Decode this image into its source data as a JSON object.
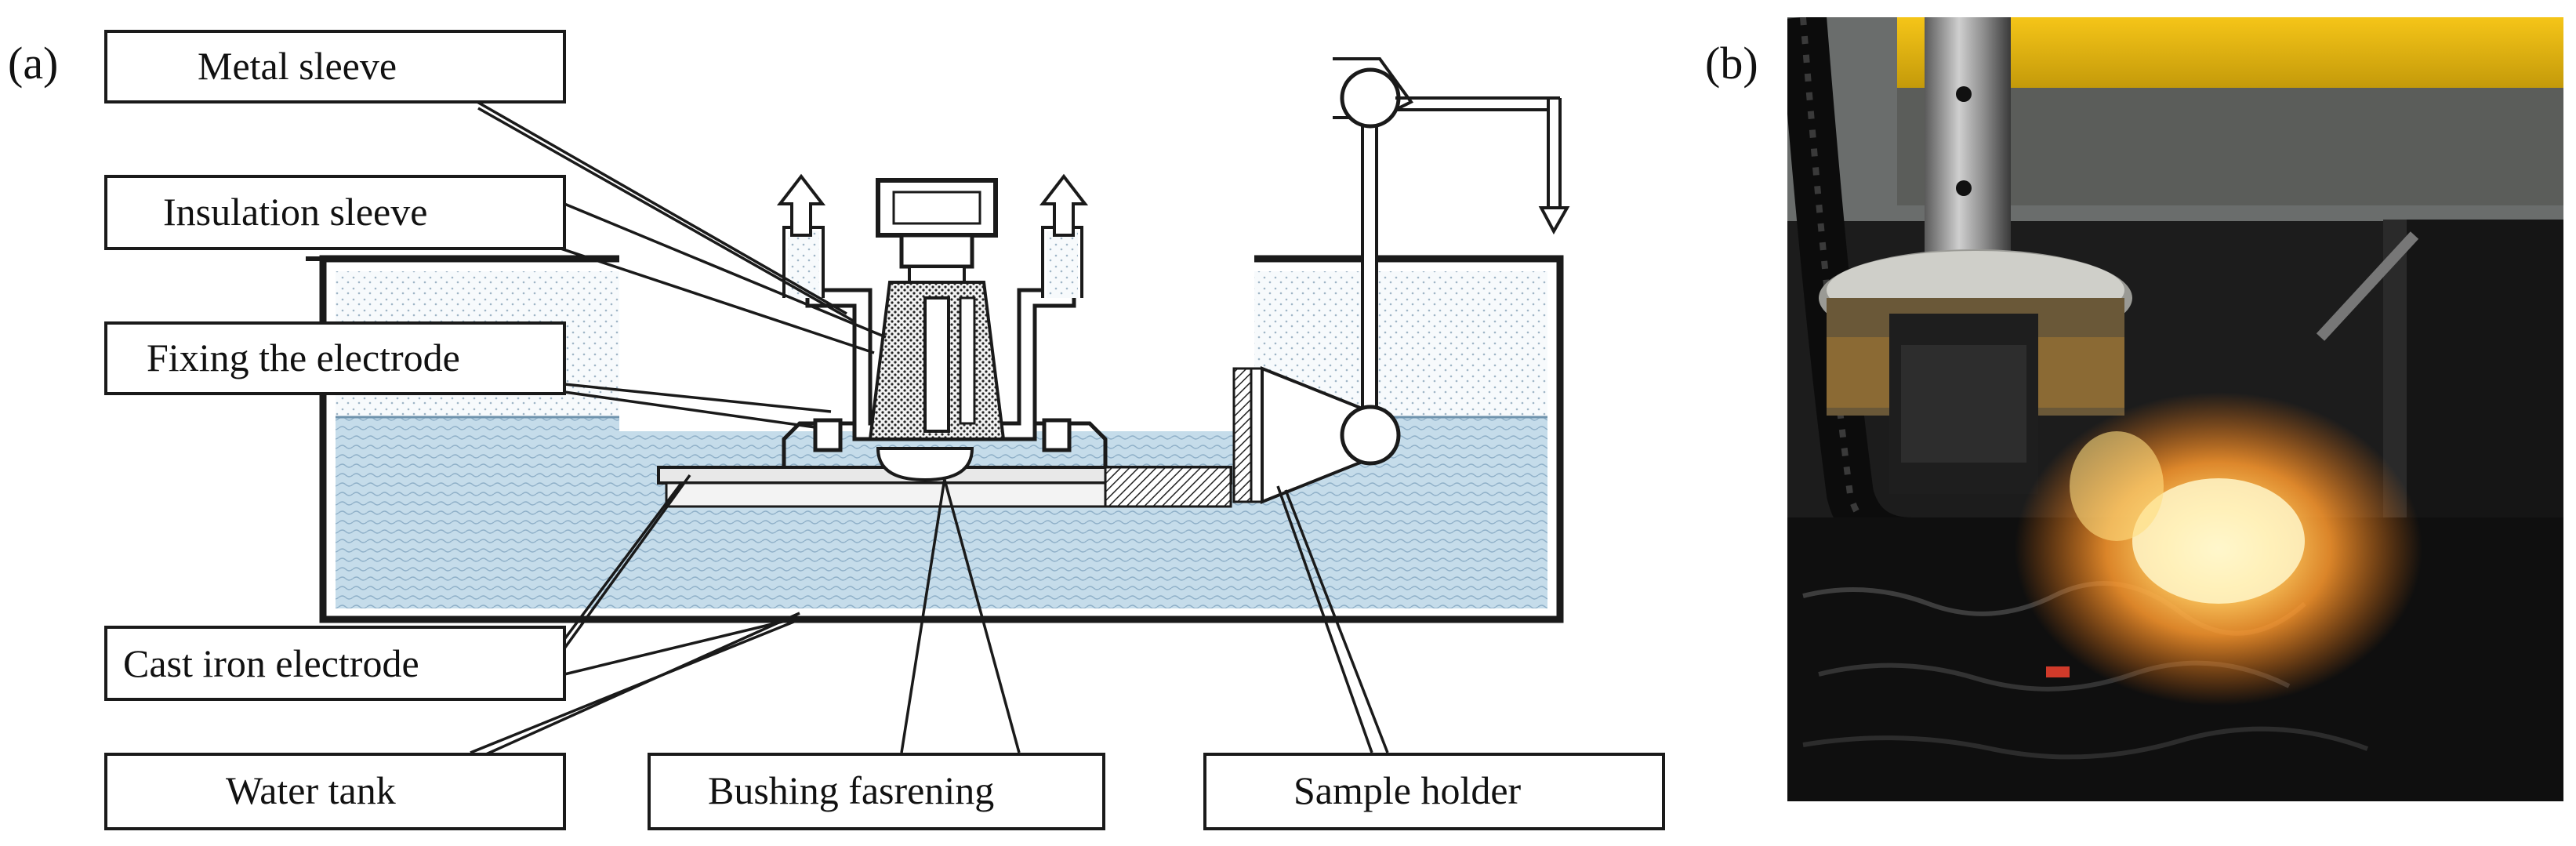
{
  "panels": {
    "a": {
      "tag": "(a)"
    },
    "b": {
      "tag": "(b)"
    }
  },
  "labels": {
    "metal_sleeve": "Metal sleeve",
    "insulation_sleeve": "Insulation sleeve",
    "fixing_electrode": "Fixing the electrode",
    "cast_iron_electrode": "Cast iron electrode",
    "water_tank": "Water tank",
    "bushing_fastening": "Bushing fasrening",
    "sample_holder": "Sample holder"
  },
  "colors": {
    "water": "#bcd6e6",
    "outline": "#1a1a1a",
    "hatch": "#222222",
    "photo_glow": "#ff9a2e"
  },
  "icons": {
    "flow_arrow": "up-arrow-icon",
    "down_arrow": "down-arrow-icon"
  }
}
